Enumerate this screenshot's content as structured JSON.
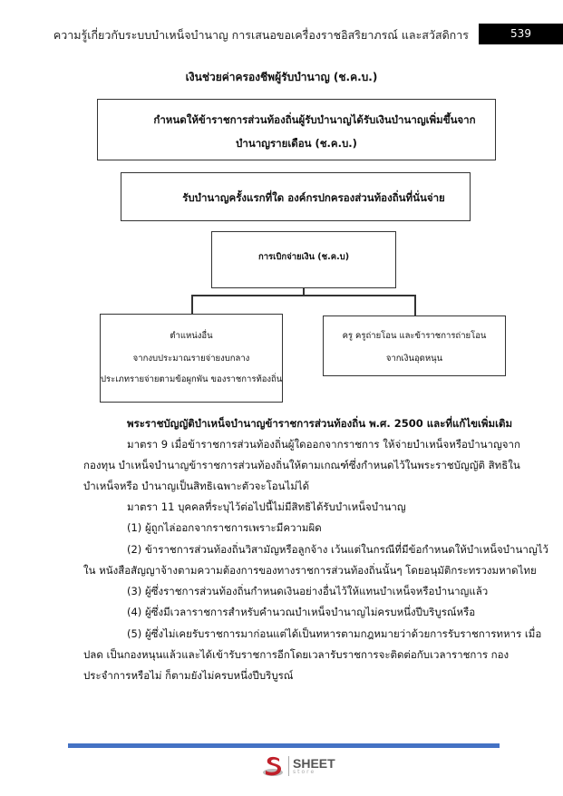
{
  "header": {
    "running_title": "ความรู้เกี่ยวกับระบบบำเหน็จบำนาญ การเสนอขอเครื่องราชอิสริยาภรณ์ และสวัสดิการ",
    "page_number": "539"
  },
  "title": "เงินช่วยค่าครองชีพผู้รับบำนาญ (ช.ค.บ.)",
  "diagram": {
    "box1": [
      "กำหนดให้ข้าราชการส่วนท้องถิ่นผู้รับบำนาญได้รับเงินบำนาญเพิ่มขึ้นจาก",
      "บำนาญรายเดือน (ช.ค.บ.)"
    ],
    "box2": "รับบำนาญครั้งแรกที่ใด องค์กรปกครองส่วนท้องถิ่นที่นั่นจ่าย",
    "box3": "การเบิกจ่ายเงิน (ช.ค.บ)",
    "box_left": [
      "ตำแหน่งอื่น",
      "จากงบประมาณรายจ่ายงบกลาง",
      "ประเภทรายจ่ายตามข้อผูกพัน ของราชการท้องถิ่น"
    ],
    "box_right": [
      "ครู ครูถ่ายโอน และข้าราชการถ่ายโอน",
      "จากเงินอุดหนุน"
    ]
  },
  "body": {
    "heading": "พระราชบัญญัติบำเหน็จบำนาญข้าราชการส่วนท้องถิ่น พ.ศ. 2500 และที่แก้ไขเพิ่มเติม",
    "lines": [
      "มาตรา 9 เมื่อข้าราชการส่วนท้องถิ่นผู้ใดออกจากราชการ ให้จ่ายบำเหน็จหรือบำนาญจาก",
      "กองทุน บำเหน็จบำนาญข้าราชการส่วนท้องถิ่นให้ตามเกณฑ์ซึ่งกำหนดไว้ในพระราชบัญญัติ สิทธิใน",
      "บำเหน็จหรือ บำนาญเป็นสิทธิเฉพาะตัวจะโอนไม่ได้",
      "มาตรา 11 บุคคลที่ระบุไว้ต่อไปนี้ไม่มีสิทธิได้รับบำเหน็จบำนาญ",
      "(1) ผู้ถูกไล่ออกจากราชการเพราะมีความผิด",
      "(2) ข้าราชการส่วนท้องถิ่นวิสามัญหรือลูกจ้าง เว้นแต่ในกรณีที่มีข้อกำหนดให้บำเหน็จบำนาญไว้",
      "ใน หนังสือสัญญาจ้างตามความต้องการของทางราชการส่วนท้องถิ่นนั้นๆ โดยอนุมัติกระทรวงมหาดไทย",
      "(3) ผู้ซึ่งราชการส่วนท้องถิ่นกำหนดเงินอย่างอื่นไว้ให้แทนบำเหน็จหรือบำนาญแล้ว",
      "(4) ผู้ซึ่งมีเวลาราชการสำหรับคำนวณบำเหน็จบำนาญไม่ครบหนึ่งปีบริบูรณ์หรือ",
      "(5) ผู้ซึ่งไม่เคยรับราชการมาก่อนแต่ได้เป็นทหารตามกฎหมายว่าด้วยการรับราชการทหาร เมื่อ",
      "ปลด เป็นกองหนุนแล้วและได้เข้ารับราชการอีกโดยเวลารับราชการจะติดต่อกับเวลาราชการ กอง",
      "ประจำการหรือไม่ ก็ตามยังไม่ครบหนึ่งปีบริบูรณ์"
    ]
  },
  "footer": {
    "logo_text": "SHEET",
    "logo_subtext": "store",
    "rule_color": "#4472c4"
  }
}
